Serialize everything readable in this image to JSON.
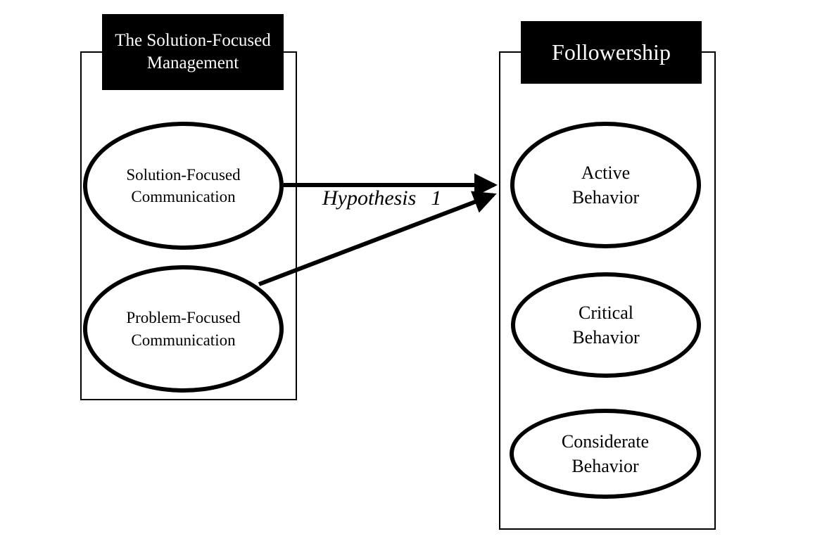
{
  "diagram": {
    "background_color": "#ffffff",
    "stroke_color": "#000000",
    "left_group": {
      "title": "The Solution-Focused\nManagement",
      "nodes": [
        {
          "label": "Solution-Focused\nCommunication"
        },
        {
          "label": "Problem-Focused\nCommunication"
        }
      ]
    },
    "right_group": {
      "title": "Followership",
      "nodes": [
        {
          "label": "Active\nBehavior"
        },
        {
          "label": "Critical\nBehavior"
        },
        {
          "label": "Considerate\nBehavior"
        }
      ]
    },
    "edges": [
      {
        "from": "Solution-Focused Communication",
        "to": "Active Behavior"
      },
      {
        "from": "Problem-Focused Communication",
        "to": "Active Behavior"
      }
    ],
    "hypothesis_label": "Hypothesis 1"
  }
}
